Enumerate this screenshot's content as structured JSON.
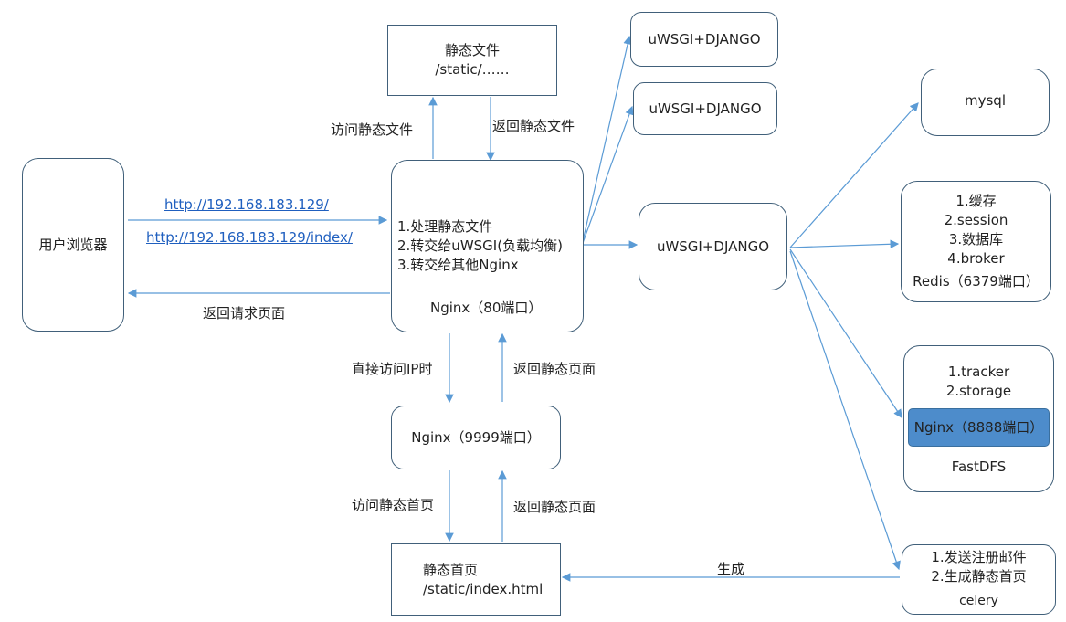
{
  "accent": "#5b9bd5",
  "nodes": {
    "static_files": {
      "title": "静态文件",
      "path": "/static/……"
    },
    "browser": {
      "title": "用户浏览器"
    },
    "nginx80": {
      "lines": [
        "1.处理静态文件",
        "2.转交给uWSGI(负载均衡)",
        "3.转交给其他Nginx"
      ],
      "title": "Nginx（80端口）"
    },
    "uwsgi1": {
      "title": "uWSGI+DJANGO"
    },
    "uwsgi2": {
      "title": "uWSGI+DJANGO"
    },
    "uwsgi3": {
      "title": "uWSGI+DJANGO"
    },
    "mysql": {
      "title": "mysql"
    },
    "redis": {
      "lines": [
        "1.缓存",
        "2.session",
        "3.数据库",
        "4.broker"
      ],
      "title": "Redis（6379端口）"
    },
    "fastdfs": {
      "lines": [
        "1.tracker",
        "2.storage"
      ],
      "inner": "Nginx（8888端口）",
      "title": "FastDFS"
    },
    "nginx9999": {
      "title": "Nginx（9999端口）"
    },
    "static_index": {
      "title": "静态首页",
      "path": "/static/index.html"
    },
    "celery": {
      "lines": [
        "1.发送注册邮件",
        "2.生成静态首页"
      ],
      "title": "celery"
    }
  },
  "edges": {
    "url1": "http://192.168.183.129/",
    "url2": "http://192.168.183.129/index/",
    "return_page": "返回请求页面",
    "visit_static": "访问静态文件",
    "return_static": "返回静态文件",
    "direct_ip": "直接访问IP时",
    "return_static_page1": "返回静态页面",
    "visit_index": "访问静态首页",
    "return_static_page2": "返回静态页面",
    "generate": "生成"
  }
}
